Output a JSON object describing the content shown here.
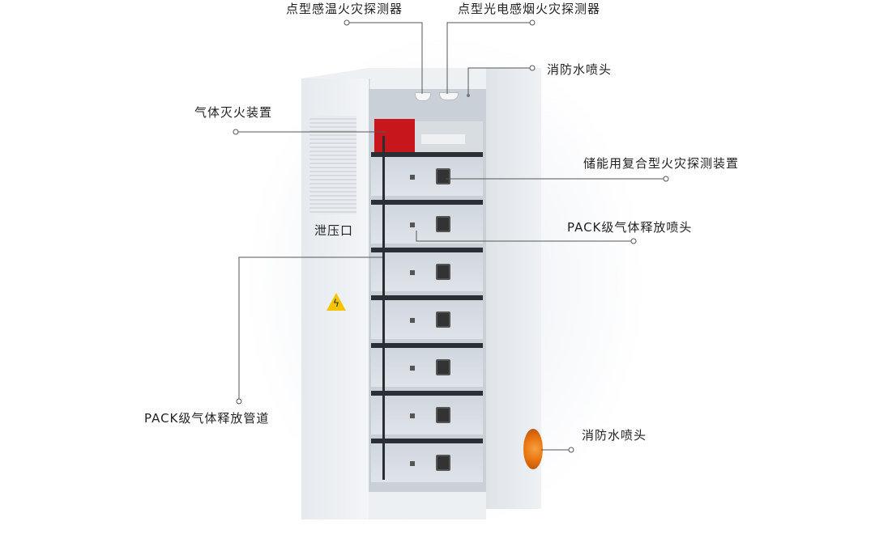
{
  "labels": {
    "heat_detector": "点型感温火灾探测器",
    "smoke_detector": "点型光电感烟火灾探测器",
    "sprinkler_top": "消防水喷头",
    "gas_extinguisher": "气体灭火装置",
    "composite_detector": "储能用复合型火灾探测装置",
    "pressure_relief": "泄压口",
    "pack_gas_nozzle": "PACK级气体释放喷头",
    "pack_gas_pipe": "PACK级气体释放管道",
    "sprinkler_side": "消防水喷头"
  },
  "colors": {
    "extinguisher_red": "#c8161d",
    "nozzle_orange": "#e8730f",
    "warning_yellow": "#f5c400",
    "leader_line": "#555555"
  },
  "modules": [
    "pack-1",
    "pack-2",
    "pack-3",
    "pack-4",
    "pack-5",
    "pack-6",
    "pack-7"
  ]
}
